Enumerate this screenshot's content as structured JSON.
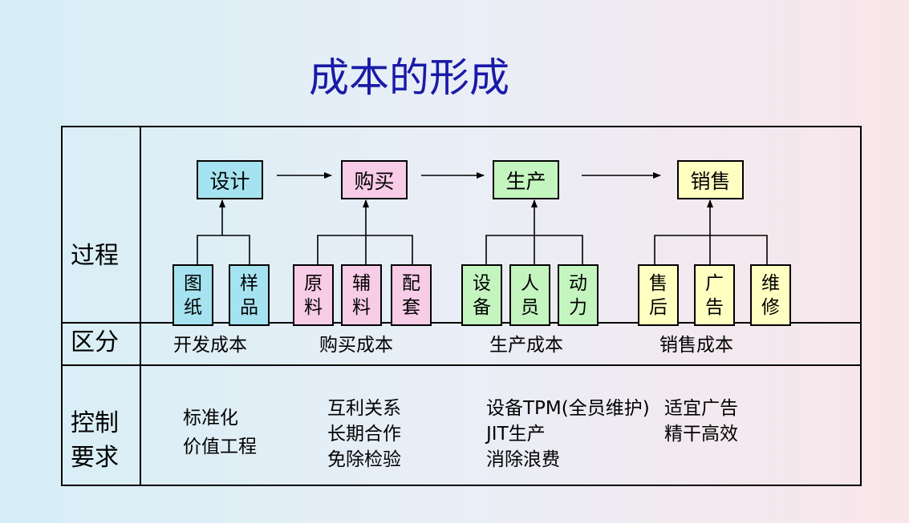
{
  "title": "成本的形成",
  "row_labels": {
    "process": "过程",
    "category": "区分",
    "control_line1": "控制",
    "control_line2": "要求"
  },
  "stages": [
    {
      "label": "设计",
      "color": "#a6e3f0",
      "subs": [
        [
          "图",
          "纸"
        ],
        [
          "样",
          "品"
        ]
      ],
      "category": "开发成本",
      "controls": [
        "标准化",
        "价值工程"
      ]
    },
    {
      "label": "购买",
      "color": "#f7cce6",
      "subs": [
        [
          "原",
          "料"
        ],
        [
          "辅",
          "料"
        ],
        [
          "配",
          "套"
        ]
      ],
      "category": "购买成本",
      "controls": [
        "互利关系",
        "长期合作",
        "免除检验"
      ]
    },
    {
      "label": "生产",
      "color": "#c4f5bf",
      "subs": [
        [
          "设",
          "备"
        ],
        [
          "人",
          "员"
        ],
        [
          "动",
          "力"
        ]
      ],
      "category": "生产成本",
      "controls": [
        "设备TPM(全员维护)",
        "JIT生产",
        "消除浪费"
      ]
    },
    {
      "label": "销售",
      "color": "#ffffc2",
      "subs": [
        [
          "售",
          "后"
        ],
        [
          "广",
          "告"
        ],
        [
          "维",
          "修"
        ]
      ],
      "category": "销售成本",
      "controls": [
        "适宜广告",
        "精干高效"
      ]
    }
  ]
}
